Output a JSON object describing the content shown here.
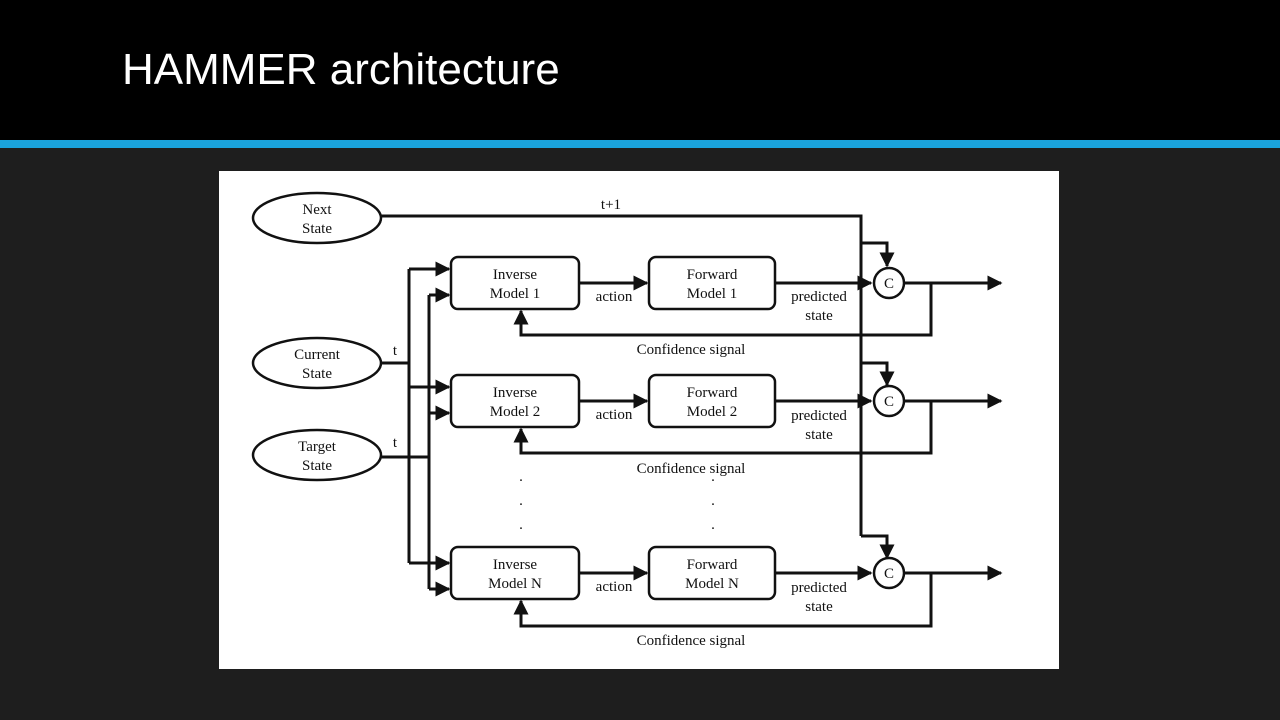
{
  "slide": {
    "title": "HAMMER architecture",
    "colors": {
      "header_bg": "#000000",
      "accent": "#1aa3dc",
      "body_bg": "#1e1e1e"
    }
  },
  "diagram": {
    "inputs": [
      {
        "line1": "Next",
        "line2": "State"
      },
      {
        "line1": "Current",
        "line2": "State"
      },
      {
        "line1": "Target",
        "line2": "State"
      }
    ],
    "time_labels": {
      "next": "t+1",
      "current": "t",
      "target": "t"
    },
    "rows": [
      {
        "inverse": {
          "line1": "Inverse",
          "line2": "Model 1"
        },
        "forward": {
          "line1": "Forward",
          "line2": "Model 1"
        },
        "action": "action",
        "predicted": {
          "line1": "predicted",
          "line2": "state"
        },
        "comparator": "C",
        "confidence": "Confidence signal"
      },
      {
        "inverse": {
          "line1": "Inverse",
          "line2": "Model 2"
        },
        "forward": {
          "line1": "Forward",
          "line2": "Model 2"
        },
        "action": "action",
        "predicted": {
          "line1": "predicted",
          "line2": "state"
        },
        "comparator": "C",
        "confidence": "Confidence signal"
      },
      {
        "inverse": {
          "line1": "Inverse",
          "line2": "Model N"
        },
        "forward": {
          "line1": "Forward",
          "line2": "Model N"
        },
        "action": "action",
        "predicted": {
          "line1": "predicted",
          "line2": "state"
        },
        "comparator": "C",
        "confidence": "Confidence signal"
      }
    ],
    "ellipsis": "·"
  }
}
